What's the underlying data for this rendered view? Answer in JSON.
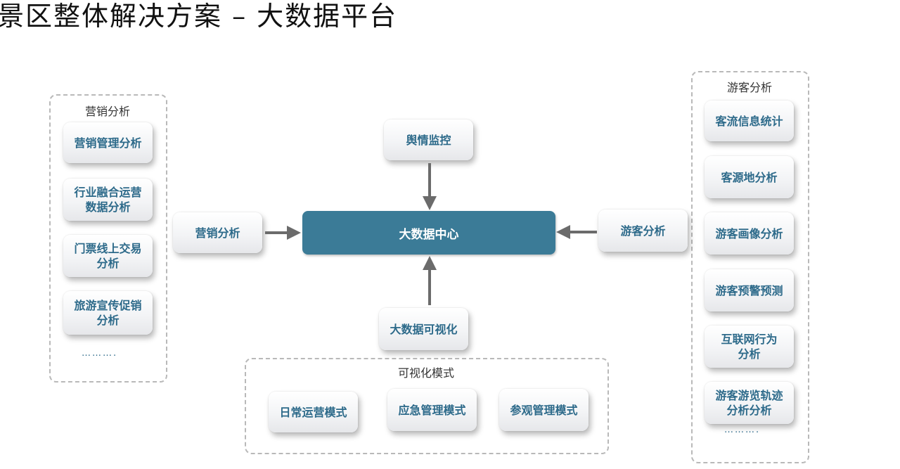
{
  "title": "景区整体解决方案 – 大数据平台",
  "hub": {
    "label": "大数据中心"
  },
  "marketing_group": {
    "label": "营销分析",
    "items": [
      "营销管理分析",
      "行业融合运营\n数据分析",
      "门票线上交易\n分析",
      "旅游宣传促销\n分析"
    ],
    "ellipsis": "………."
  },
  "visitor_group": {
    "label": "游客分析",
    "items": [
      "客流信息统计",
      "客源地分析",
      "游客画像分析",
      "游客预警预测",
      "互联网行为\n分析",
      "游客游览轨迹\n分析分析"
    ],
    "ellipsis": "………."
  },
  "visual_group": {
    "label": "可视化模式",
    "items": [
      "日常运营模式",
      "应急管理模式",
      "参观管理模式"
    ]
  },
  "nodes": {
    "sentiment": "舆情监控",
    "marketing": "营销分析",
    "visitor": "游客分析",
    "visualization": "大数据可视化"
  }
}
